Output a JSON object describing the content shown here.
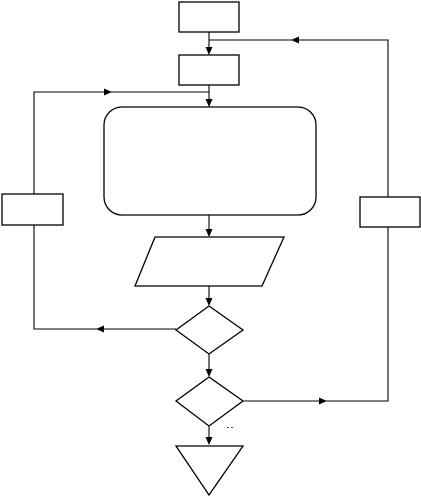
{
  "diagram": {
    "type": "flowchart",
    "nodes": [
      {
        "id": "start-box",
        "shape": "rectangle",
        "label": ""
      },
      {
        "id": "step-box",
        "shape": "rectangle",
        "label": ""
      },
      {
        "id": "process-box",
        "shape": "rounded-rectangle",
        "label": ""
      },
      {
        "id": "io-box",
        "shape": "parallelogram",
        "label": ""
      },
      {
        "id": "decision-one",
        "shape": "diamond",
        "label": ""
      },
      {
        "id": "decision-two",
        "shape": "diamond",
        "label": ""
      },
      {
        "id": "end-marker",
        "shape": "triangle",
        "label": ""
      },
      {
        "id": "left-loop-label",
        "shape": "rectangle",
        "label": ""
      },
      {
        "id": "right-loop-label",
        "shape": "rectangle",
        "label": ""
      }
    ],
    "edges": [
      {
        "from": "start-box",
        "to": "step-box"
      },
      {
        "from": "step-box",
        "to": "process-box"
      },
      {
        "from": "process-box",
        "to": "io-box"
      },
      {
        "from": "io-box",
        "to": "decision-one"
      },
      {
        "from": "decision-one",
        "to": "step-box",
        "via": "left-loop-label"
      },
      {
        "from": "decision-one",
        "to": "decision-two"
      },
      {
        "from": "decision-two",
        "to": "step-box",
        "via": "right-loop-label"
      },
      {
        "from": "decision-two",
        "to": "end-marker"
      }
    ]
  },
  "colors": {
    "stroke": "#000000",
    "fill": "#ffffff",
    "background": "#ffffff"
  }
}
